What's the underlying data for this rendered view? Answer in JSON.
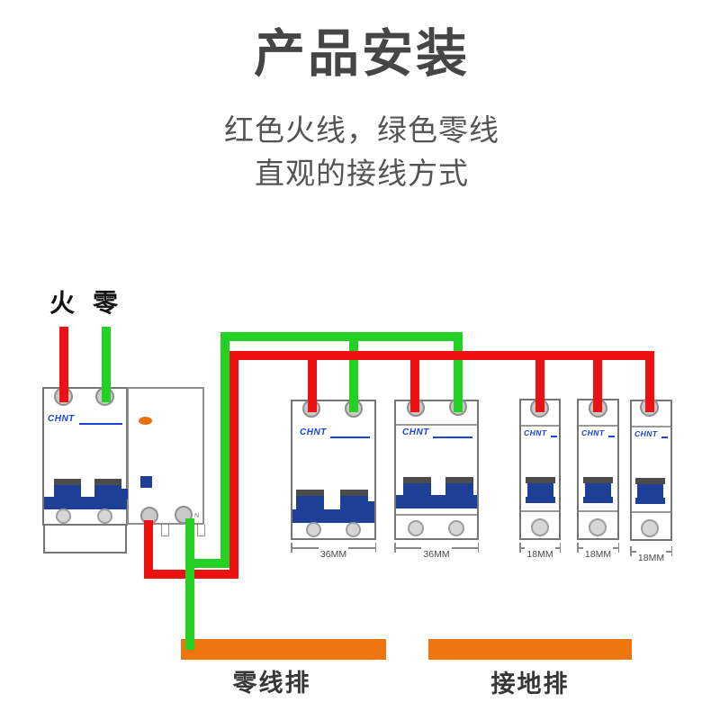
{
  "header": {
    "title": "产品安装",
    "subtitle_line1": "红色火线，绿色零线",
    "subtitle_line2": "直观的接线方式"
  },
  "wire_labels": {
    "live": "火",
    "neutral": "零"
  },
  "brand": "CHNT",
  "breakers": {
    "two_pole_width_label": "36MM",
    "one_pole_width_label": "18MM",
    "n_terminal_label": "N"
  },
  "busbars": {
    "neutral_label": "零线排",
    "ground_label": "接地排"
  },
  "colors": {
    "live_wire": "#ee1111",
    "neutral_wire": "#22d122",
    "busbar_orange": "#ef750f",
    "toggle_blue": "#1e3f96",
    "brand_blue": "#1745d2",
    "indicator_orange": "#e8700e",
    "handle_cap_gray": "#4c4c4c"
  }
}
